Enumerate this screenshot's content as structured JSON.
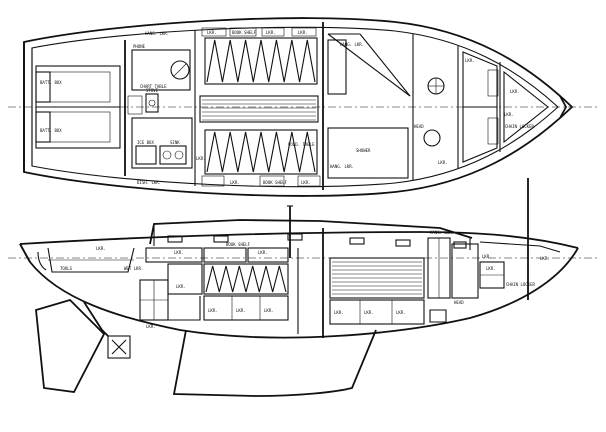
{
  "plan_view": {
    "labels": {
      "l1": "HANG. LKR.",
      "l2": "BOOK SHELF",
      "l3": "LKR.",
      "l4": "LKR.",
      "l5": "LKR.",
      "l6": "PHONE",
      "l7": "CHART TABLE",
      "l8": "BATT. BOX",
      "l9": "BATT. BOX",
      "l10": "ICE BOX",
      "l11": "SINK",
      "l12": "STOVE",
      "l13": "DISH. LKR.",
      "l14": "LKR.",
      "l15": "BOOK SHELF",
      "l16": "LKR.",
      "l17": "CHAIN LOCKER",
      "l18": "LKR.",
      "l19": "HEAD",
      "l20": "SHOWER",
      "l21": "HANG. LKR.",
      "l22": "HANG. LKR.",
      "l23": "FOLD. TABLE",
      "l24": "LKR.",
      "l25": "LKR.",
      "l26": "LKR.",
      "l27": "LKR."
    }
  },
  "profile_view": {
    "labels": {
      "p1": "LKR.",
      "p2": "BOOK SHELF",
      "p3": "LKR.",
      "p4": "LKR.",
      "p5": "HANG. LKR.",
      "p6": "WET LKR.",
      "p7": "TOOLS",
      "p8": "LKR.",
      "p9": "LKR.",
      "p10": "LKR.",
      "p11": "LKR.",
      "p12": "LKR.",
      "p13": "HEAD",
      "p14": "LKR.",
      "p15": "LKR.",
      "p16": "CHAIN LOCKER",
      "p17": "LKR.",
      "p18": "LKR.",
      "p19": "LKR.",
      "p20": "LKR."
    }
  }
}
